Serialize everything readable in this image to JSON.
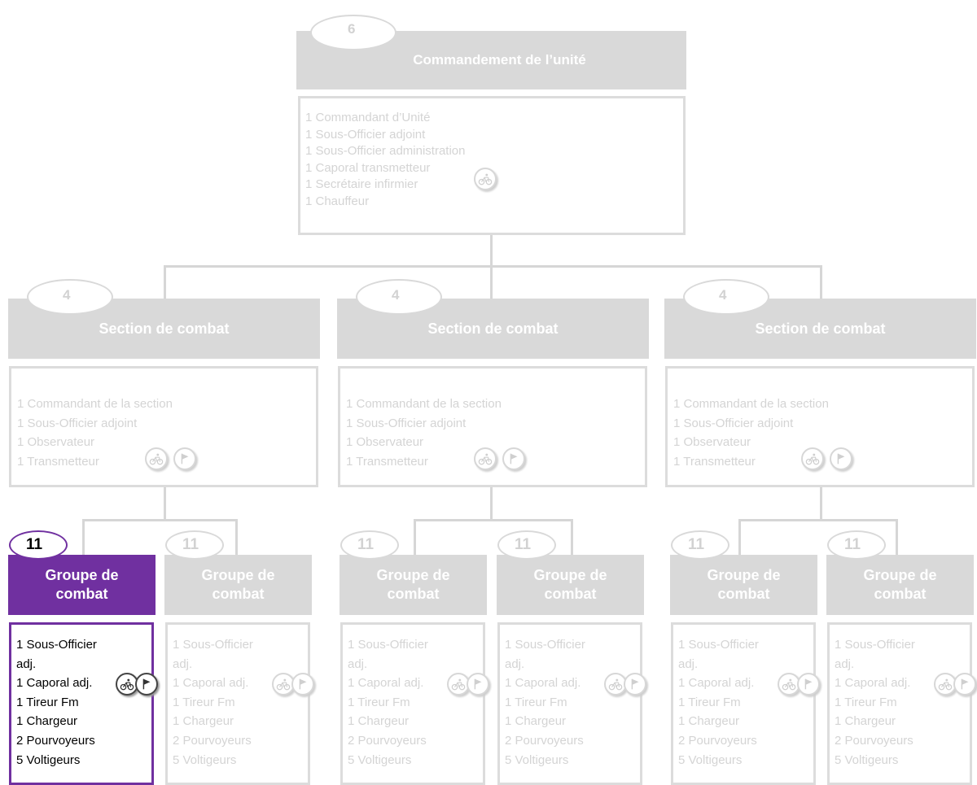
{
  "command": {
    "count": "6",
    "title": "Commandement de l’unité",
    "lines": [
      "1 Commandant d’Unité",
      "1 Sous-Officier adjoint",
      "1 Sous-Officier administration",
      "1 Caporal transmetteur",
      "1 Secrétaire infirmier",
      "1 Chauffeur"
    ],
    "icons": [
      "bicycle-icon"
    ]
  },
  "sections": [
    {
      "count": "4",
      "title": "Section de combat",
      "lines": [
        "1 Commandant de la section",
        "1 Sous-Officier adjoint",
        "1 Observateur",
        "1 Transmetteur"
      ],
      "icons": [
        "bicycle-icon",
        "flag-icon"
      ]
    },
    {
      "count": "4",
      "title": "Section de combat",
      "lines": [
        "1 Commandant de la section",
        "1 Sous-Officier adjoint",
        "1 Observateur",
        "1 Transmetteur"
      ],
      "icons": [
        "bicycle-icon",
        "flag-icon"
      ]
    },
    {
      "count": "4",
      "title": "Section de combat",
      "lines": [
        "1 Commandant de la section",
        "1 Sous-Officier adjoint",
        "1 Observateur",
        "1 Transmetteur"
      ],
      "icons": [
        "bicycle-icon",
        "flag-icon"
      ]
    }
  ],
  "groups": [
    {
      "count": "11",
      "title": [
        "Groupe de",
        "combat"
      ],
      "lines": [
        "1 Sous-Officier",
        "adj.",
        "1 Caporal adj.",
        "1 Tireur Fm",
        "1 Chargeur",
        "2 Pourvoyeurs",
        "5 Voltigeurs"
      ],
      "selected": true
    },
    {
      "count": "11",
      "title": [
        "Groupe de",
        "combat"
      ],
      "lines": [
        "1 Sous-Officier",
        "adj.",
        "1 Caporal adj.",
        "1 Tireur Fm",
        "1 Chargeur",
        "2 Pourvoyeurs",
        "5 Voltigeurs"
      ],
      "selected": false
    },
    {
      "count": "11",
      "title": [
        "Groupe de",
        "combat"
      ],
      "lines": [
        "1 Sous-Officier",
        "adj.",
        "1 Caporal adj.",
        "1 Tireur Fm",
        "1 Chargeur",
        "2 Pourvoyeurs",
        "5 Voltigeurs"
      ],
      "selected": false
    },
    {
      "count": "11",
      "title": [
        "Groupe de",
        "combat"
      ],
      "lines": [
        "1 Sous-Officier",
        "adj.",
        "1 Caporal adj.",
        "1 Tireur Fm",
        "1 Chargeur",
        "2 Pourvoyeurs",
        "5 Voltigeurs"
      ],
      "selected": false
    },
    {
      "count": "11",
      "title": [
        "Groupe de",
        "combat"
      ],
      "lines": [
        "1 Sous-Officier",
        "adj.",
        "1 Caporal adj.",
        "1 Tireur Fm",
        "1 Chargeur",
        "2 Pourvoyeurs",
        "5 Voltigeurs"
      ],
      "selected": false
    },
    {
      "count": "11",
      "title": [
        "Groupe de",
        "combat"
      ],
      "lines": [
        "1 Sous-Officier",
        "adj.",
        "1 Caporal adj.",
        "1 Tireur Fm",
        "1 Chargeur",
        "2 Pourvoyeurs",
        "5 Voltigeurs"
      ],
      "selected": false
    }
  ],
  "colors": {
    "header": "#d9d9d9",
    "selected": "#7030a0",
    "muted_text": "#d4d4d4",
    "selected_text": "#000000"
  }
}
